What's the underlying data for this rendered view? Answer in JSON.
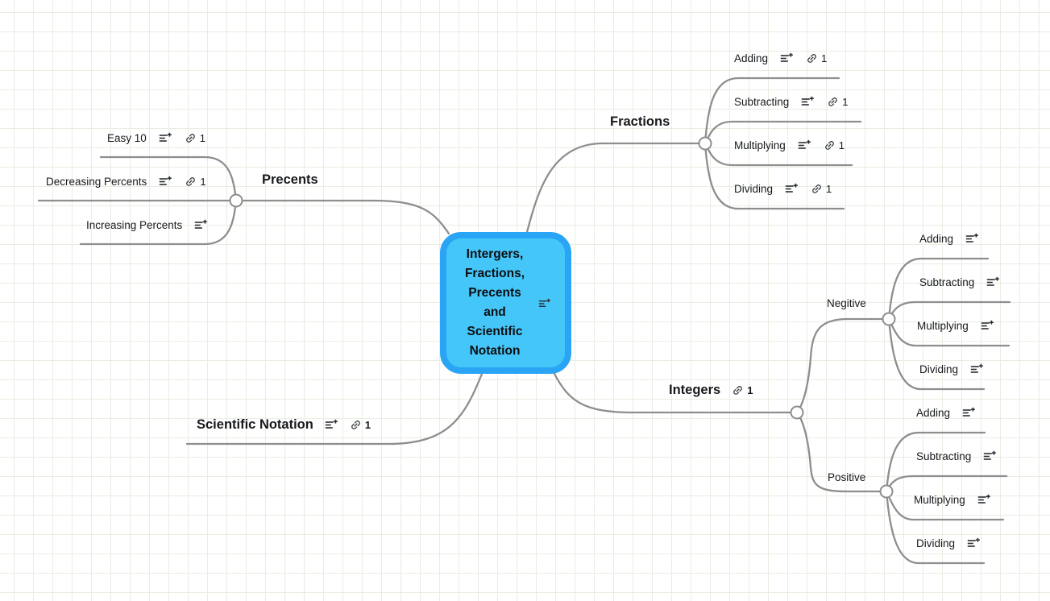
{
  "colors": {
    "canvas_bg": "#ffffff",
    "grid_line": "#e8eee2",
    "branch_line": "#8e8e8e",
    "root_fill": "#45c6f8",
    "root_border": "#2aa4f4",
    "text": "#17191c",
    "icon": "#2b2f33"
  },
  "mindmap": {
    "root": {
      "label": "Intergers, Fractions, Precents and Scientific Notation",
      "has_notes": true
    },
    "branches": [
      {
        "label": "Fractions",
        "children": [
          {
            "label": "Adding",
            "has_notes": true,
            "link_count": "1"
          },
          {
            "label": "Subtracting",
            "has_notes": true,
            "link_count": "1"
          },
          {
            "label": "Multiplying",
            "has_notes": true,
            "link_count": "1"
          },
          {
            "label": "Dividing",
            "has_notes": true,
            "link_count": "1"
          }
        ]
      },
      {
        "label": "Precents",
        "children": [
          {
            "label": "Easy 10",
            "has_notes": true,
            "link_count": "1"
          },
          {
            "label": "Decreasing Percents",
            "has_notes": true,
            "link_count": "1"
          },
          {
            "label": "Increasing Percents",
            "has_notes": true
          }
        ]
      },
      {
        "label": "Scientific Notation",
        "has_notes": true,
        "link_count": "1"
      },
      {
        "label": "Integers",
        "link_count": "1",
        "children": [
          {
            "label": "Negitive",
            "children": [
              {
                "label": "Adding",
                "has_notes": true
              },
              {
                "label": "Subtracting",
                "has_notes": true
              },
              {
                "label": "Multiplying",
                "has_notes": true
              },
              {
                "label": "Dividing",
                "has_notes": true
              }
            ]
          },
          {
            "label": "Positive",
            "children": [
              {
                "label": "Adding",
                "has_notes": true
              },
              {
                "label": "Subtracting",
                "has_notes": true
              },
              {
                "label": "Multiplying",
                "has_notes": true
              },
              {
                "label": "Dividing",
                "has_notes": true
              }
            ]
          }
        ]
      }
    ]
  }
}
